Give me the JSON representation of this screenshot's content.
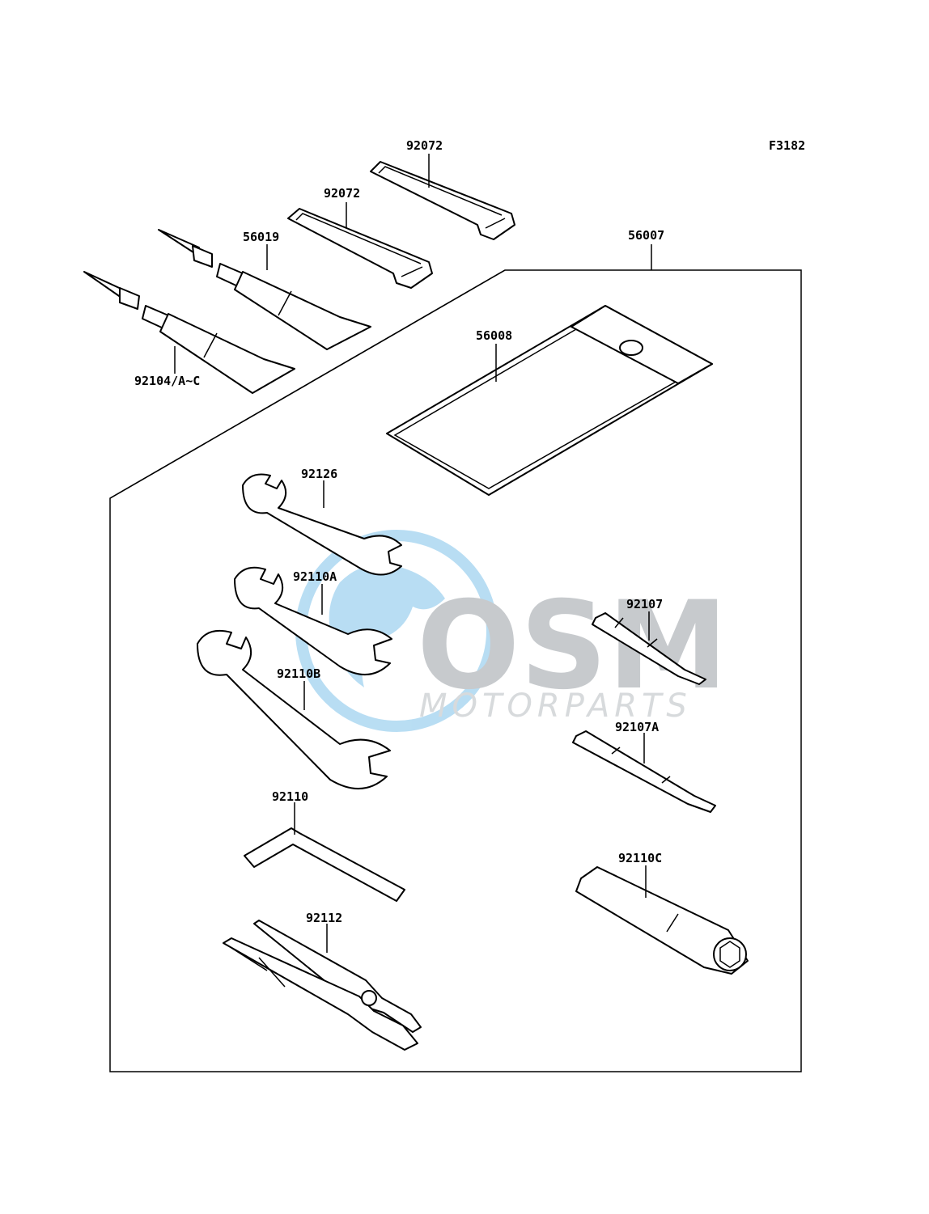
{
  "figure_code": "F3182",
  "watermark": {
    "brand": "OSM",
    "sub": "MOTORPARTS",
    "globe_color": "#7fc3ea",
    "text_color": "#9aa0a6"
  },
  "parts": [
    {
      "id": "92072_top",
      "label": "92072"
    },
    {
      "id": "92072_mid",
      "label": "92072"
    },
    {
      "id": "56019",
      "label": "56019"
    },
    {
      "id": "56007",
      "label": "56007"
    },
    {
      "id": "92104",
      "label": "92104/A~C"
    },
    {
      "id": "56008",
      "label": "56008"
    },
    {
      "id": "92126",
      "label": "92126"
    },
    {
      "id": "92110A",
      "label": "92110A"
    },
    {
      "id": "92107",
      "label": "92107"
    },
    {
      "id": "92110B",
      "label": "92110B"
    },
    {
      "id": "92107A",
      "label": "92107A"
    },
    {
      "id": "92110",
      "label": "92110"
    },
    {
      "id": "92110C",
      "label": "92110C"
    },
    {
      "id": "92112",
      "label": "92112"
    }
  ]
}
